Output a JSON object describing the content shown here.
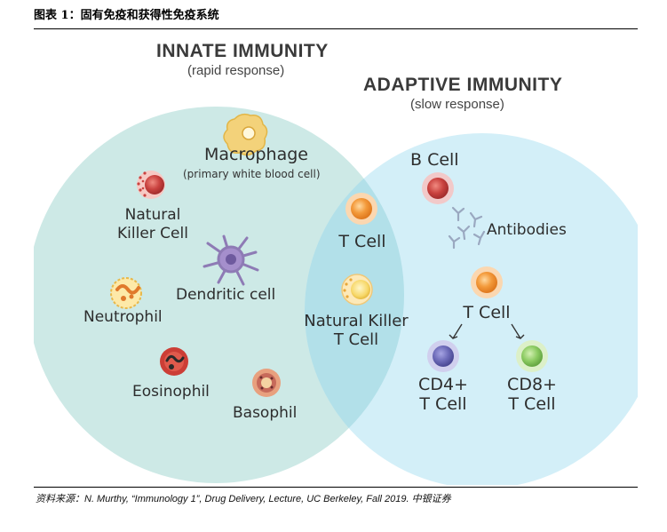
{
  "figure_title": "图表 1：固有免疫和获得性免疫系统",
  "source": "资料来源：N. Murthy, “Immunology 1”, Drug Delivery, Lecture, UC Berkeley, Fall 2019. 中银证券",
  "innate": {
    "title": "INNATE IMMUNITY",
    "subtitle": "(rapid response)",
    "macrophage": "Macrophage",
    "macrophage_note": "(primary white blood cell)",
    "nk_line1": "Natural",
    "nk_line2": "Killer Cell",
    "dendritic": "Dendritic cell",
    "neutrophil": "Neutrophil",
    "eosinophil": "Eosinophil",
    "basophil": "Basophil"
  },
  "overlap": {
    "t_cell": "T Cell",
    "nkt_line1": "Natural Killer",
    "nkt_line2": "T Cell"
  },
  "adaptive": {
    "title": "ADAPTIVE IMMUNITY",
    "subtitle": "(slow response)",
    "b_cell": "B Cell",
    "antibodies": "Antibodies",
    "t_cell": "T Cell",
    "cd4_line1": "CD4+",
    "cd4_line2": "T Cell",
    "cd8_line1": "CD8+",
    "cd8_line2": "T Cell"
  },
  "colors": {
    "innate_circle": "#cde9e6",
    "adaptive_circle": "#d3eff8",
    "overlap": "#b2e0e7",
    "t_cell_orange": "#f39a3b",
    "b_cell_red": "#c9423f",
    "cd4_purple": "#6c6ab8",
    "cd8_green": "#8ccb62"
  }
}
